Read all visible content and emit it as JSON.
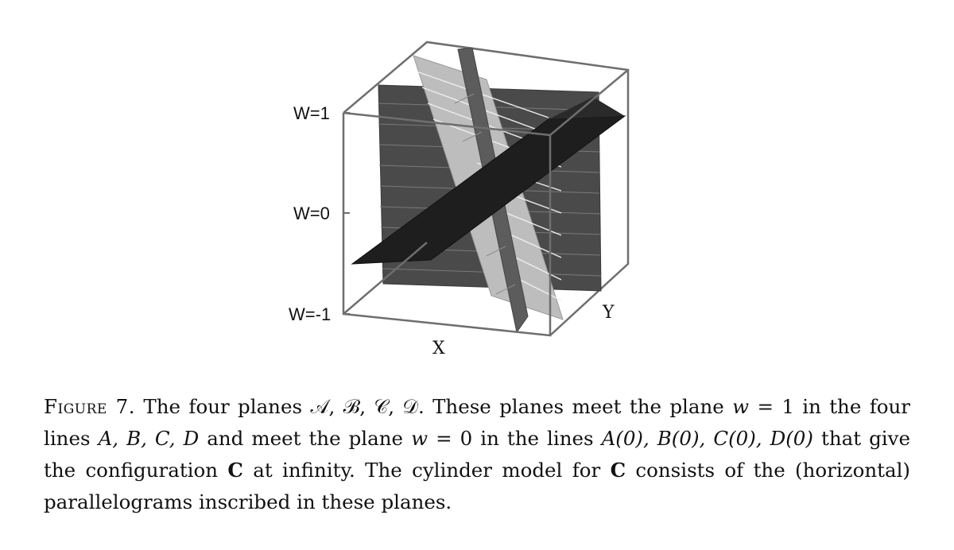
{
  "figure": {
    "w_labels": [
      "W=1",
      "W=0",
      "W=-1"
    ],
    "x_label": "X",
    "y_label": "Y",
    "colors": {
      "plane_dark": "#4a4a4a",
      "plane_black": "#1e1e1e",
      "plane_light": "#bdbdbd",
      "plane_mid": "#5c5c5c",
      "box_edge": "#6e6e6e"
    }
  },
  "caption": {
    "label": "Figure 7.",
    "line1": "The four planes 𝒜, ℬ, 𝒞, 𝒟. These planes meet the plane",
    "var_w1": "w",
    "eq1": " = 1 in the",
    "line2": "four lines",
    "lines_abcd": "A, B, C, D",
    "line2b": "and meet the plane",
    "var_w2": "w",
    "eq2": " = 0 in the lines",
    "lines0": "A(0), B(0), C(0), D(0)",
    "line3": "that give the configuration",
    "bold_c1": "C",
    "line3b": "at infinity. The cylinder model for",
    "bold_c2": "C",
    "line3c": "consists of the",
    "line4": "(horizontal) parallelograms inscribed in these planes."
  }
}
